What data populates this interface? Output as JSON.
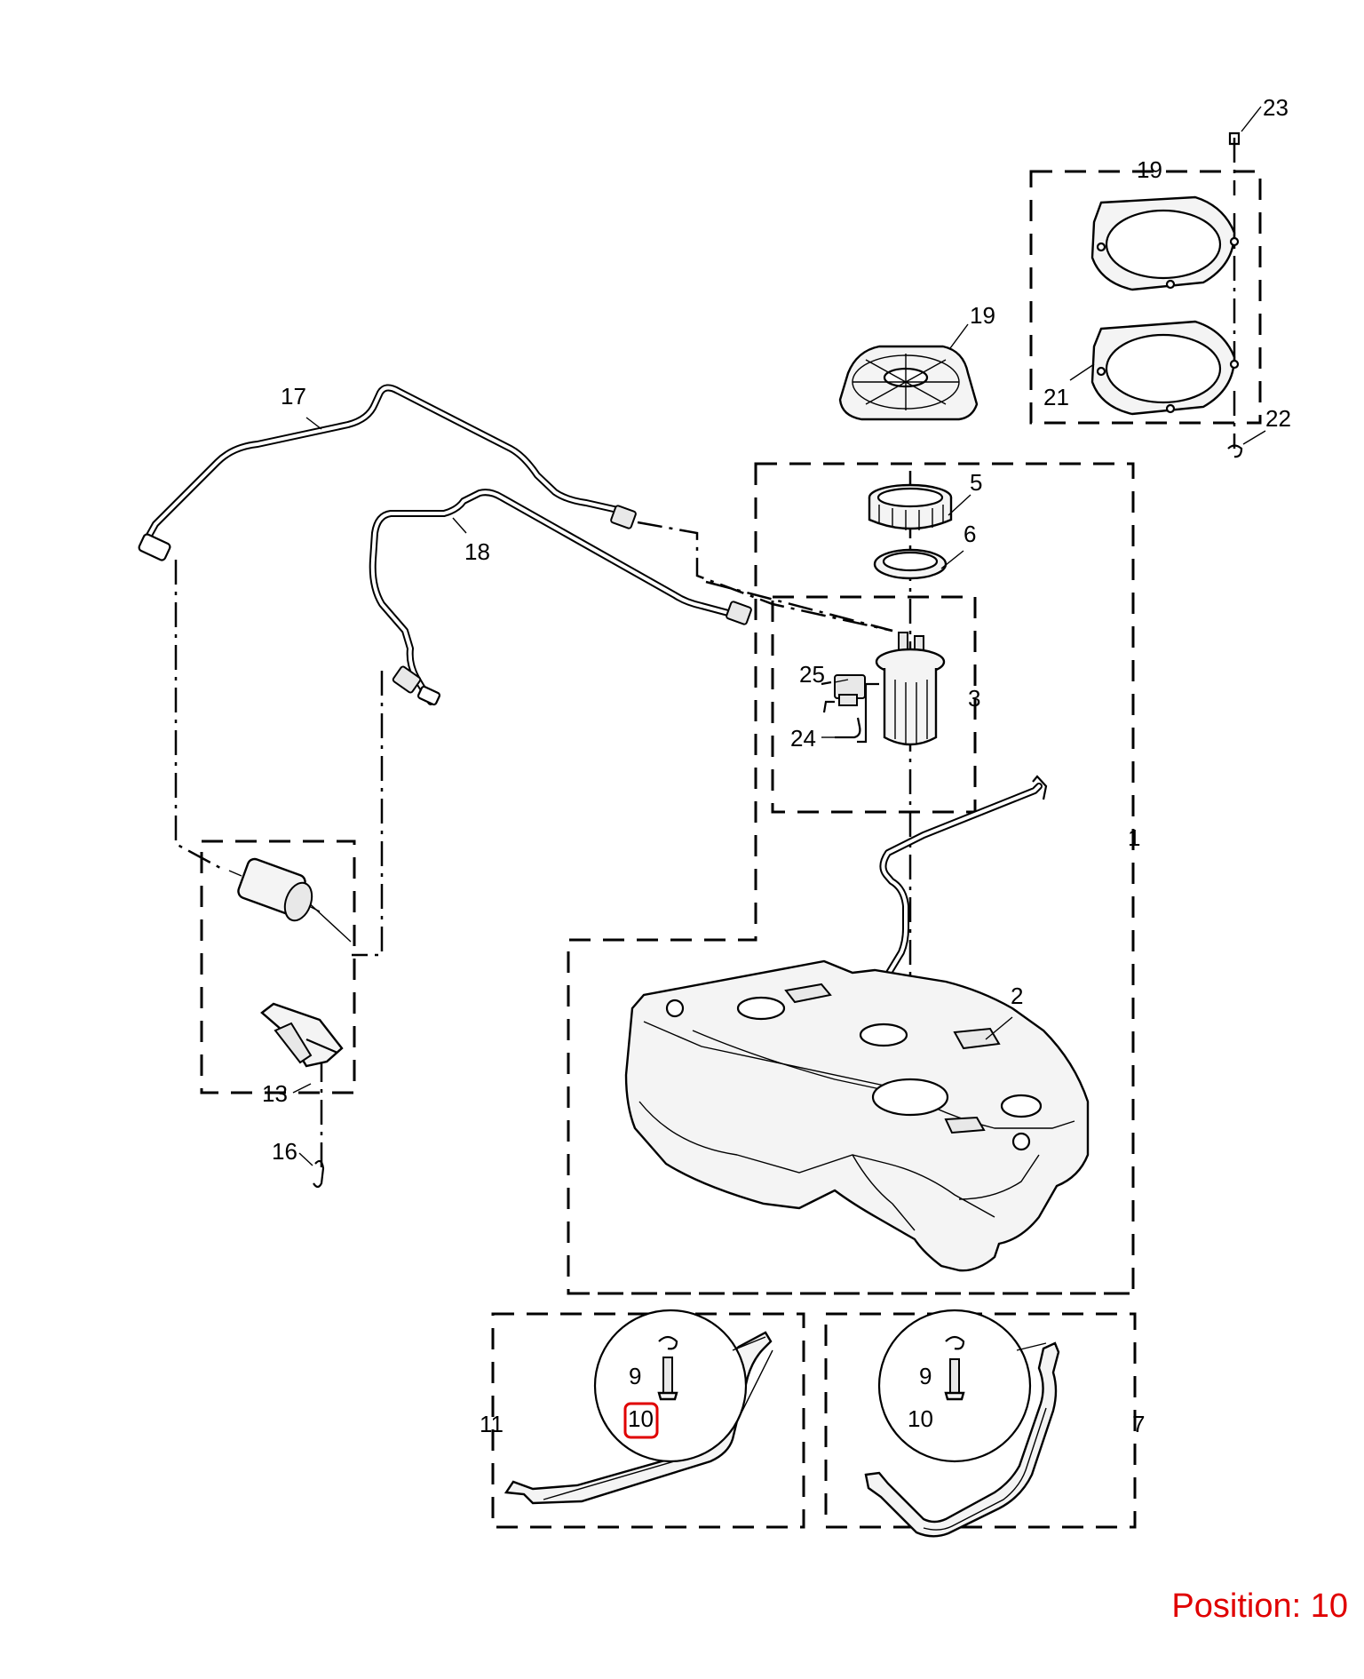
{
  "labels": {
    "p1": "1",
    "p2": "2",
    "p3": "3",
    "p5": "5",
    "p6": "6",
    "p7": "7",
    "p9a": "9",
    "p9b": "9",
    "p10a": "10",
    "p10b": "10",
    "p11": "11",
    "p13": "13",
    "p16": "16",
    "p17": "17",
    "p18": "18",
    "p19a": "19",
    "p19b": "19",
    "p21": "21",
    "p22": "22",
    "p23": "23",
    "p24": "24",
    "p25": "25"
  },
  "position_text": "Position: 10",
  "highlight": {
    "part": "10",
    "color": "#e00000"
  }
}
